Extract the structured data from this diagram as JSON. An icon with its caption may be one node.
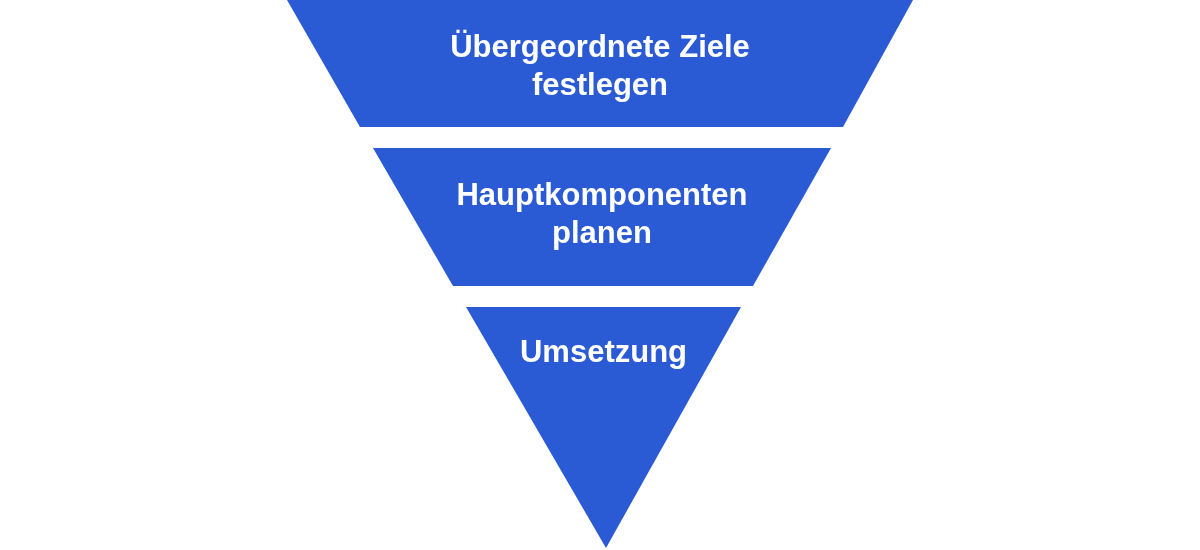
{
  "diagram": {
    "nodes": [
      {
        "text": [
          "Übergeordnete Ziele festlegen"
        ]
      },
      {
        "text": [
          "Hauptkomponenten planen"
        ]
      },
      {
        "text": [
          "Umsetzung"
        ]
      }
    ]
  }
}
